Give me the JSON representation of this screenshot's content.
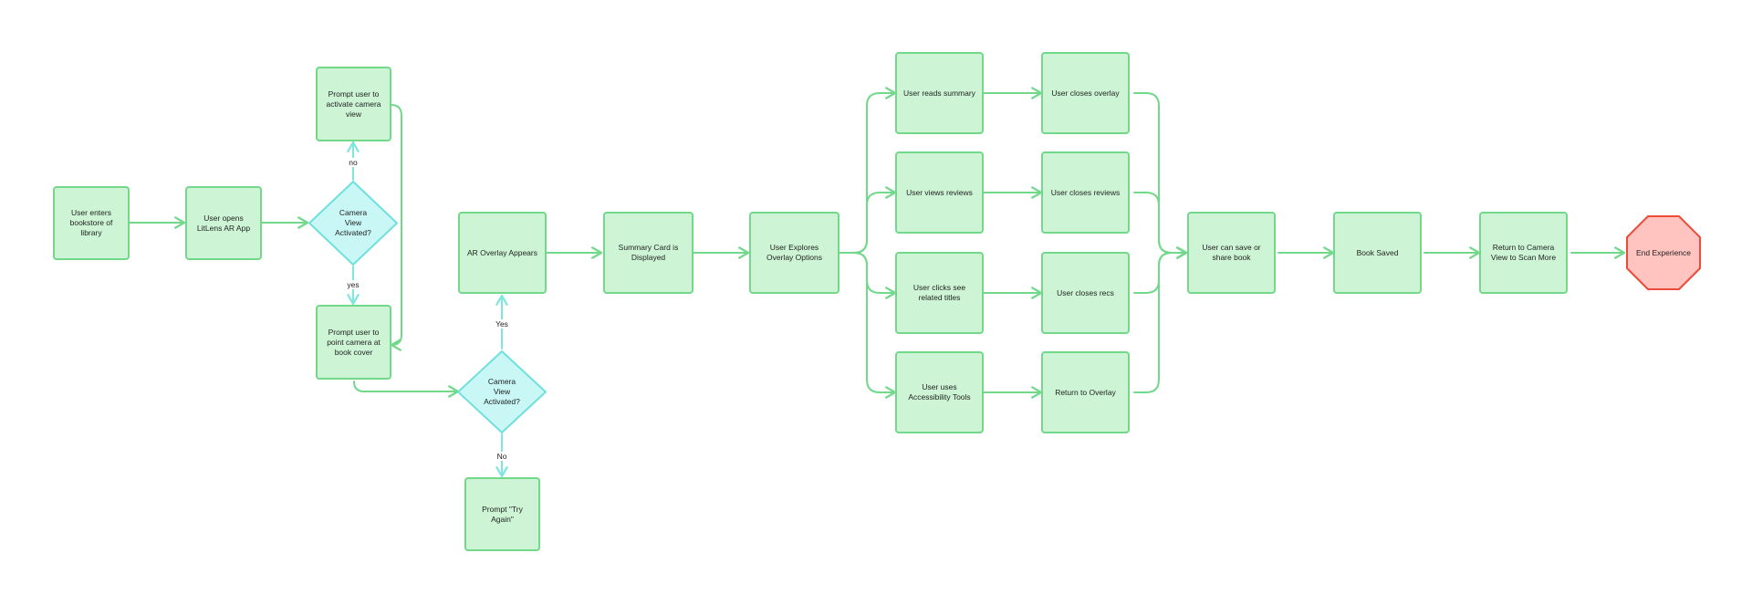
{
  "diagram": {
    "nodes": {
      "enter": "User enters bookstore of library",
      "open_app": "User opens LitLens AR App",
      "decision1": "Camera View Activated?",
      "prompt_activate": "Prompt user to activate camera view",
      "prompt_point": "Prompt user to point camera at book cover",
      "ar_overlay": "AR Overlay Appears",
      "decision2": "Camera View Activated?",
      "try_again": "Prompt \"Try Again\"",
      "summary_card": "Summary Card is Displayed",
      "explores": "User Explores Overlay Options",
      "reads_summary": "User reads summary",
      "views_reviews": "User views reviews",
      "related_titles": "User clicks see related titles",
      "accessibility": "User uses Accessibility Tools",
      "closes_overlay": "User closes overlay",
      "closes_reviews": "User closes reviews",
      "closes_recs": "User closes recs",
      "return_overlay": "Return to Overlay",
      "save_share": "User can save or share book",
      "book_saved": "Book Saved",
      "return_camera": "Return to Camera View to Scan More",
      "end": "End Experience"
    },
    "edge_labels": {
      "no_lower": "no",
      "yes_lower": "yes",
      "yes_upper": "Yes",
      "no_upper": "No"
    },
    "colors": {
      "process_fill": "#cdf5d5",
      "process_border": "#72d88a",
      "decision_fill": "#c8f7f6",
      "decision_border": "#6fe0dc",
      "end_fill": "#ffc4c0",
      "end_border": "#ee4a38",
      "connector_green": "#72d88a",
      "connector_teal": "#7ee6dd"
    }
  }
}
